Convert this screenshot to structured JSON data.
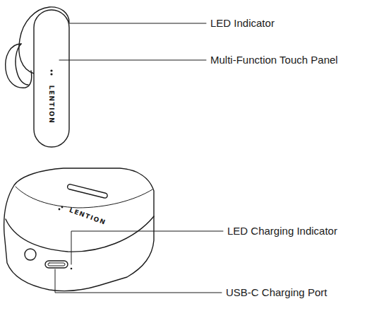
{
  "diagram": {
    "labels": [
      "LED Indicator",
      "Multi-Function Touch Panel",
      "LED Charging Indicator",
      "USB-C Charging Port",
      "LENTION",
      "LENTION"
    ]
  }
}
